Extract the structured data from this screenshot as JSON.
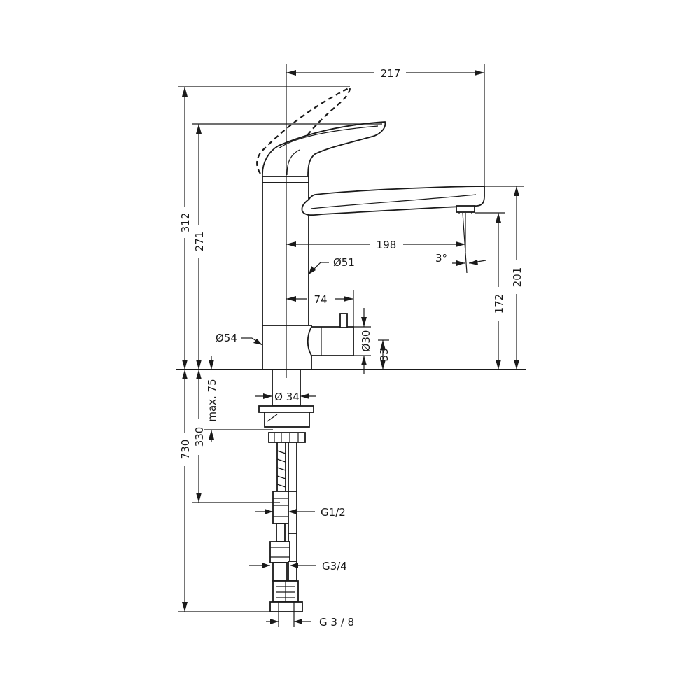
{
  "dimensions": {
    "width_top": "217",
    "spout_reach": "198",
    "body_diameter": "Ø51",
    "lever_height_raised": "312",
    "lever_height": "271",
    "outlet_height": "201",
    "aerator_height": "172",
    "spout_angle": "3°",
    "valve_offset": "74",
    "base_diameter": "Ø54",
    "valve_diameter": "Ø30",
    "valve_height": "33",
    "shank_diameter": "Ø 34",
    "max_deck_thickness": "max. 75",
    "hose_length_short": "330",
    "hose_length_total": "730",
    "thread_inlet": "G1/2",
    "thread_mid": "G3/4",
    "thread_outlet": "G 3 / 8"
  }
}
